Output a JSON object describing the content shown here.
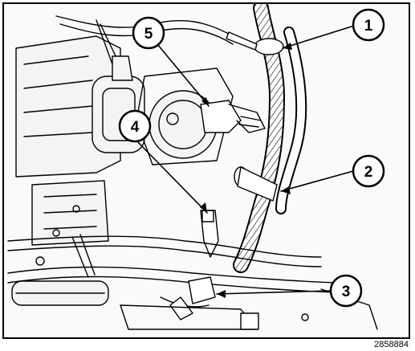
{
  "figure": {
    "reference_id": "2858884"
  },
  "callouts": [
    {
      "number": "1"
    },
    {
      "number": "2"
    },
    {
      "number": "3"
    },
    {
      "number": "4"
    },
    {
      "number": "5"
    }
  ],
  "colors": {
    "line": "#000000",
    "background": "#ffffff",
    "part_fill": "#f4f4f4"
  }
}
